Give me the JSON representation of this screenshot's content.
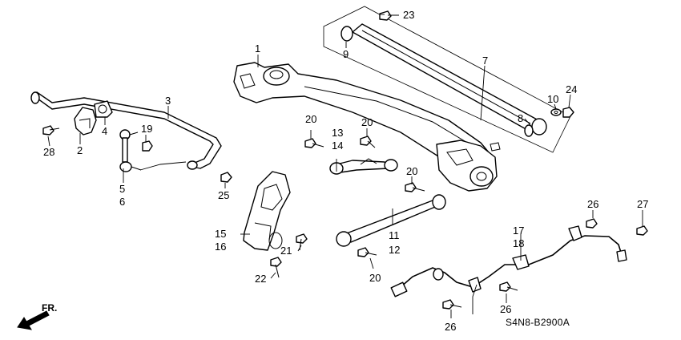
{
  "diagram": {
    "code": "S4N8-B2900A",
    "direction_label": "FR.",
    "callouts": [
      "1",
      "2",
      "3",
      "4",
      "5",
      "6",
      "7",
      "8",
      "9",
      "10",
      "11",
      "12",
      "13",
      "14",
      "15",
      "16",
      "17",
      "18",
      "19",
      "20",
      "20",
      "20",
      "20",
      "21",
      "22",
      "23",
      "24",
      "25",
      "26",
      "26",
      "26",
      "27",
      "28"
    ]
  }
}
